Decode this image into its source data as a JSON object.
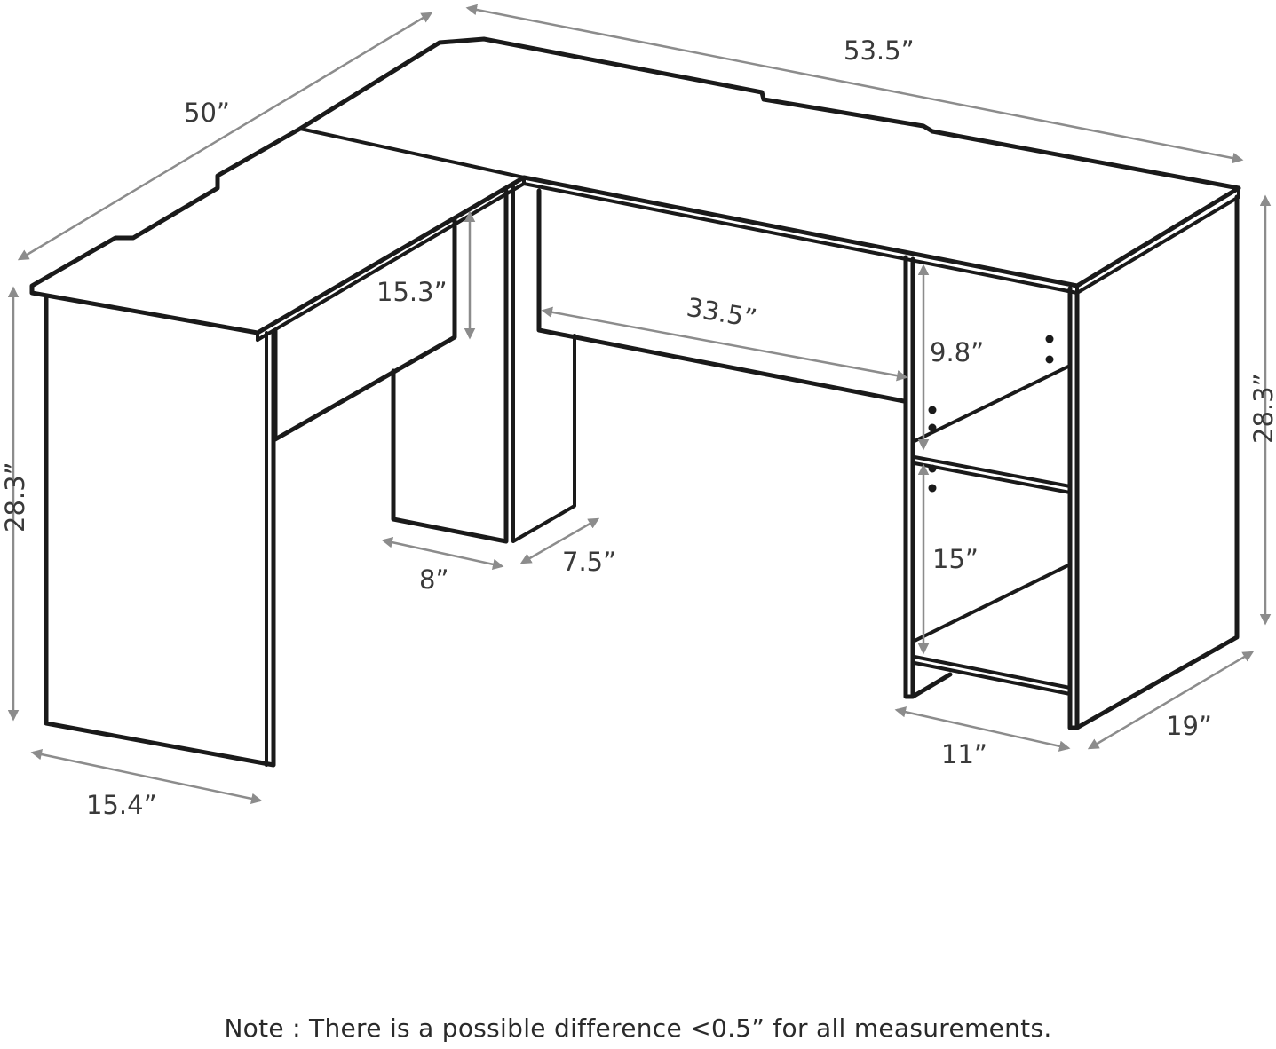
{
  "dimensions": {
    "desk_depth_left": "50”",
    "desk_width": "53.5”",
    "modesty_panel_height": "15.3”",
    "kneespace_width": "33.5”",
    "upper_shelf_height": "9.8”",
    "lower_shelf_height": "15”",
    "height_left": "28.3”",
    "height_right": "28.3”",
    "leg_width_left": "15.4”",
    "support_width": "8”",
    "support_depth": "7.5”",
    "shelf_width": "11”",
    "shelf_depth": "19”"
  },
  "note": "Note : There is a possible difference <0.5” for all measurements."
}
